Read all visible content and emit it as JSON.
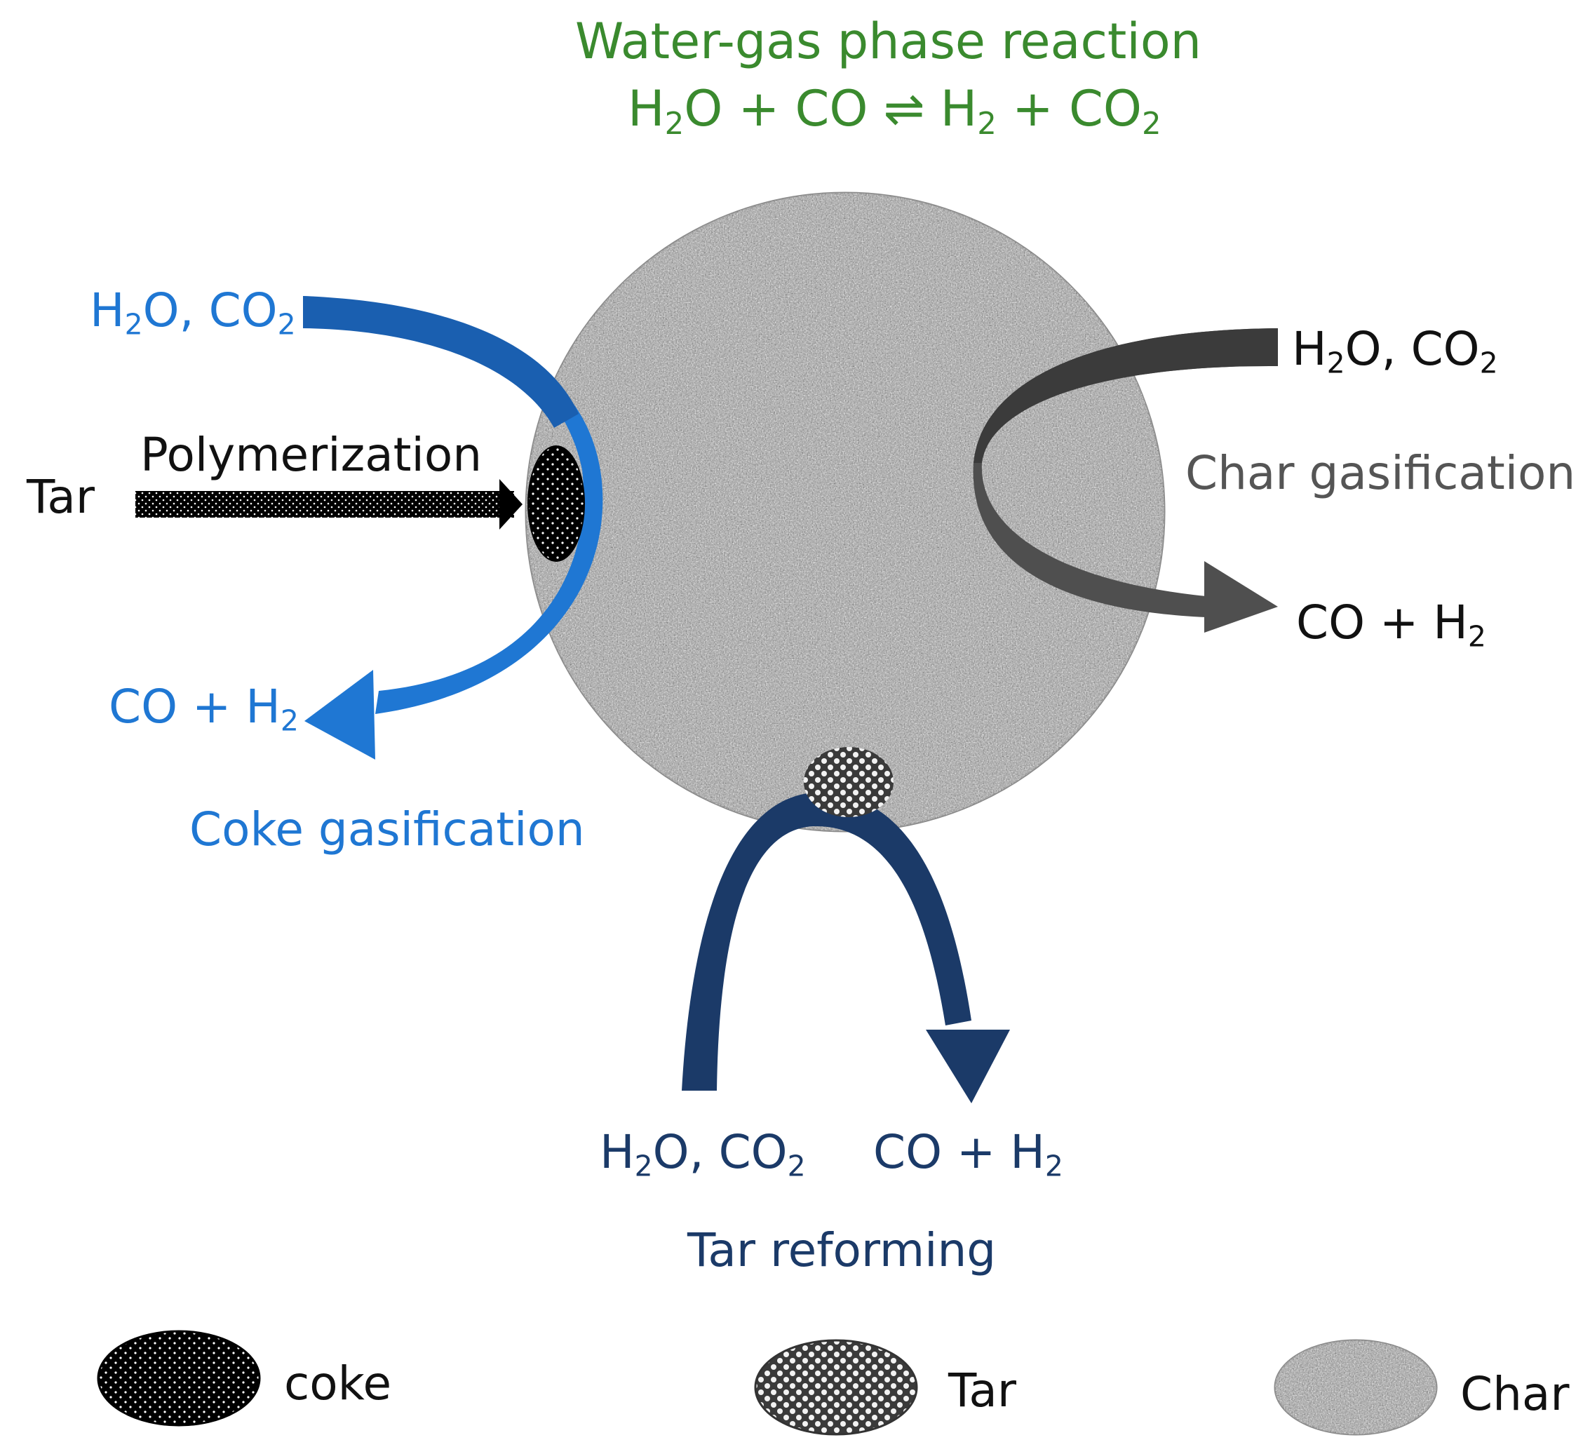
{
  "colors": {
    "green": "#3a8a2e",
    "coke_blue": "#1f77d3",
    "tar_navy": "#1b3a68",
    "char_arrow_gray": "#4f4f4f",
    "char_fill": "#9c9c9c"
  },
  "water_gas": {
    "title": "Water-gas phase reaction",
    "eq_a": "H",
    "eq_a_sub": "2",
    "eq_b": "O + CO ⇌ H",
    "eq_b_sub": "2",
    "eq_c": " + CO",
    "eq_c_sub": "2"
  },
  "coke": {
    "input_main": "H",
    "input_sub1": "2",
    "input_mid": "O, CO",
    "input_sub2": "2",
    "output_main": "CO + H",
    "output_sub": "2",
    "process": "Coke gasification"
  },
  "polymerization": {
    "source": "Tar",
    "label": "Polymerization"
  },
  "char": {
    "input_main": "H",
    "input_sub1": "2",
    "input_mid": "O, CO",
    "input_sub2": "2",
    "output_main": "CO + H",
    "output_sub": "2",
    "process": "Char gasification"
  },
  "tar_reforming": {
    "input_main": "H",
    "input_sub1": "2",
    "input_mid": "O, CO",
    "input_sub2": "2",
    "output_main": "CO + H",
    "output_sub": "2",
    "process": "Tar reforming"
  },
  "legend": {
    "coke": "coke",
    "tar": "Tar",
    "char": "Char"
  }
}
